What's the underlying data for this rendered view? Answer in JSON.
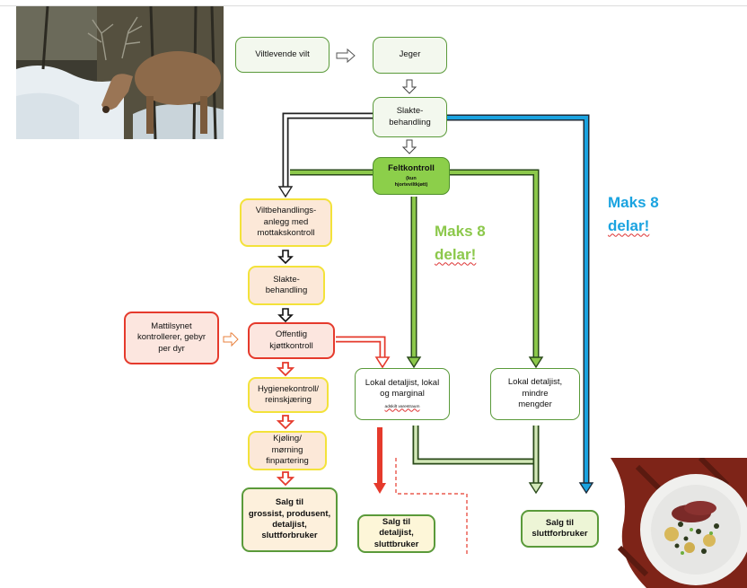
{
  "boxes": {
    "viltlevende": "Viltlevende vilt",
    "jeger": "Jeger",
    "slakte1": "Slakte-\nbehandling",
    "feltkontroll_title": "Feltkontroll",
    "feltkontroll_note": "(kun\nhjorteviltkjøtt)",
    "viltbehandling": "Viltbehandlings-\nanlegg med\nmottakskontroll",
    "slakte2": "Slakte-\nbehandling",
    "mattilsynet": "Mattilsynet\nkontrollerer, gebyr\nper dyr",
    "offentlig": "Offentlig\nkjøttkontroll",
    "hygiene": "Hygienekontroll/\nreinskjæring",
    "kjoling": "Kjøling/\nmørning\nfinpartering",
    "salg_grossist": "Salg til\ngrossist, produsent,\ndetaljist,\nsluttforbruker",
    "salg_detaljist": "Salg til\ndetaljist,\nsluttbruker",
    "lokal_marginal": "Lokal detaljist, lokal\nog marginal",
    "lokal_marginal_note": "adskilt varestraum",
    "lokal_mindre": "Lokal detaljist,\nmindre\nmengder",
    "salg_slutt": "Salg til\nsluttforbruker"
  },
  "labels": {
    "maks_green_1": "Maks 8",
    "maks_green_2": "delar!",
    "maks_blue_1": "Maks 8",
    "maks_blue_2": "delar!"
  },
  "colors": {
    "green_accent": "#8cc84b",
    "blue_accent": "#1aa3e0",
    "red_flow": "#e53a2c",
    "green_flow": "#5a9a3a",
    "yellow_border": "#f3e23a"
  },
  "photos": {
    "top_left": "red-deer-stag-photo",
    "bottom_right": "venison-dish-photo"
  }
}
